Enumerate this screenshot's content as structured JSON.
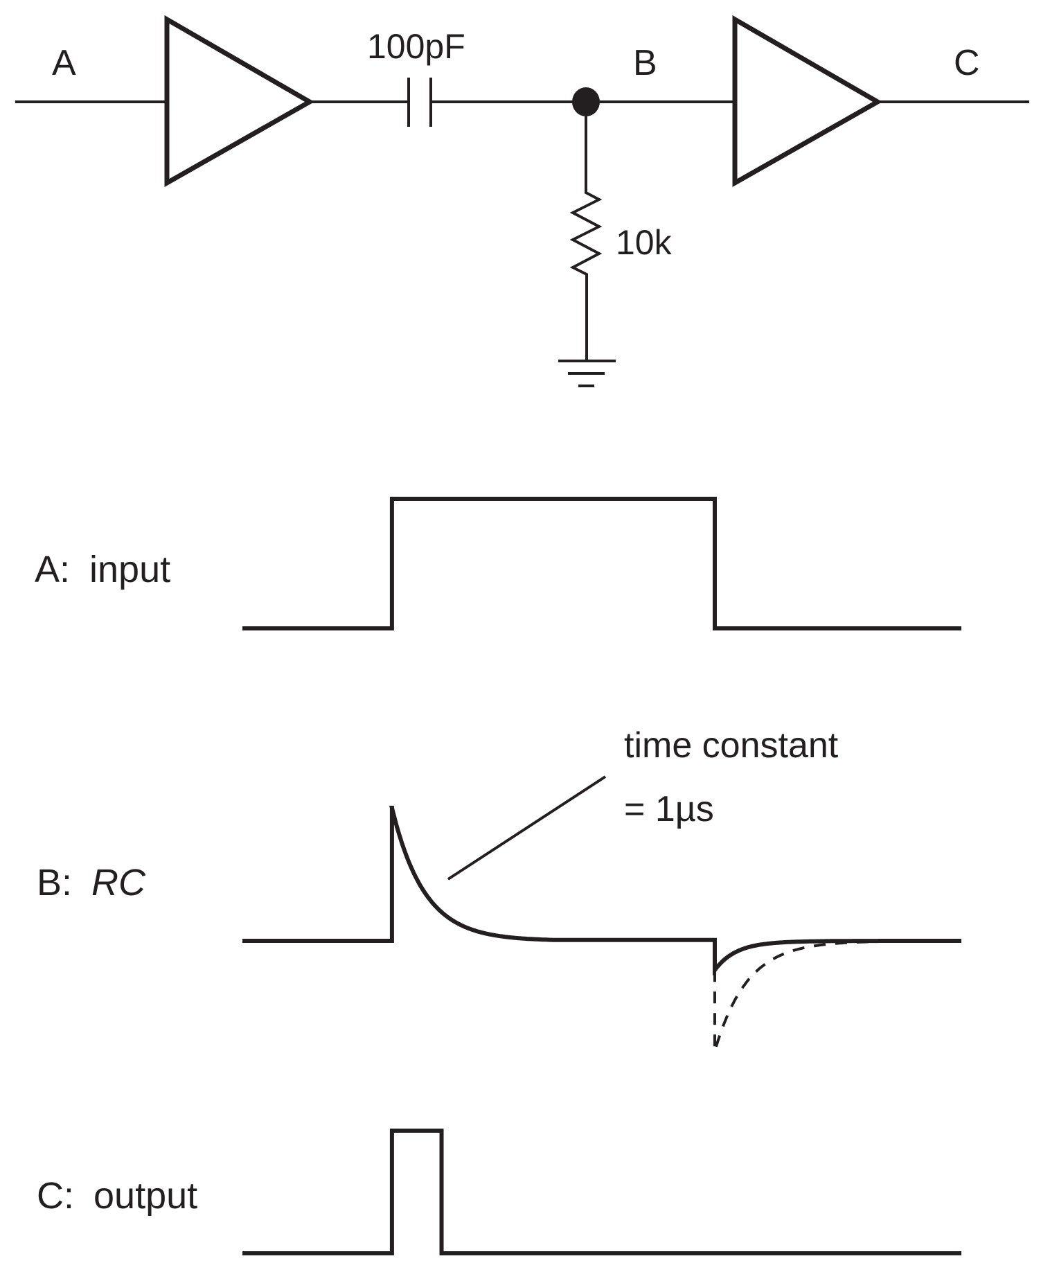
{
  "schematic": {
    "nodes": {
      "a": "A",
      "b": "B",
      "c": "C"
    },
    "capacitor": {
      "label": "100pF"
    },
    "resistor": {
      "label": "10k"
    },
    "buffers": [
      "input-buffer",
      "output-buffer"
    ],
    "ground": "ground"
  },
  "waveforms": {
    "time_span": [
      0,
      10
    ],
    "a": {
      "label_prefix": "A:",
      "label_name": "input",
      "type": "pulse",
      "rise_t": 2.08,
      "fall_t": 6.57,
      "low": 0,
      "high": 1
    },
    "b": {
      "label_prefix": "B:",
      "label_name": "RC",
      "type": "differentiated",
      "edge_up_t": 2.08,
      "edge_down_t": 6.57,
      "tau": 0.45,
      "peak": 1,
      "clamped_negative_dip": 0.22,
      "unclamped_negative_dip": 0.83,
      "annotation": {
        "line1": "time constant",
        "line2": "= 1µs"
      }
    },
    "c": {
      "label_prefix": "C:",
      "label_name": "output",
      "type": "pulse",
      "rise_t": 2.08,
      "fall_t": 2.77,
      "low": 0,
      "high": 1
    }
  },
  "colors": {
    "ink": "#231f20",
    "background": "#ffffff"
  }
}
